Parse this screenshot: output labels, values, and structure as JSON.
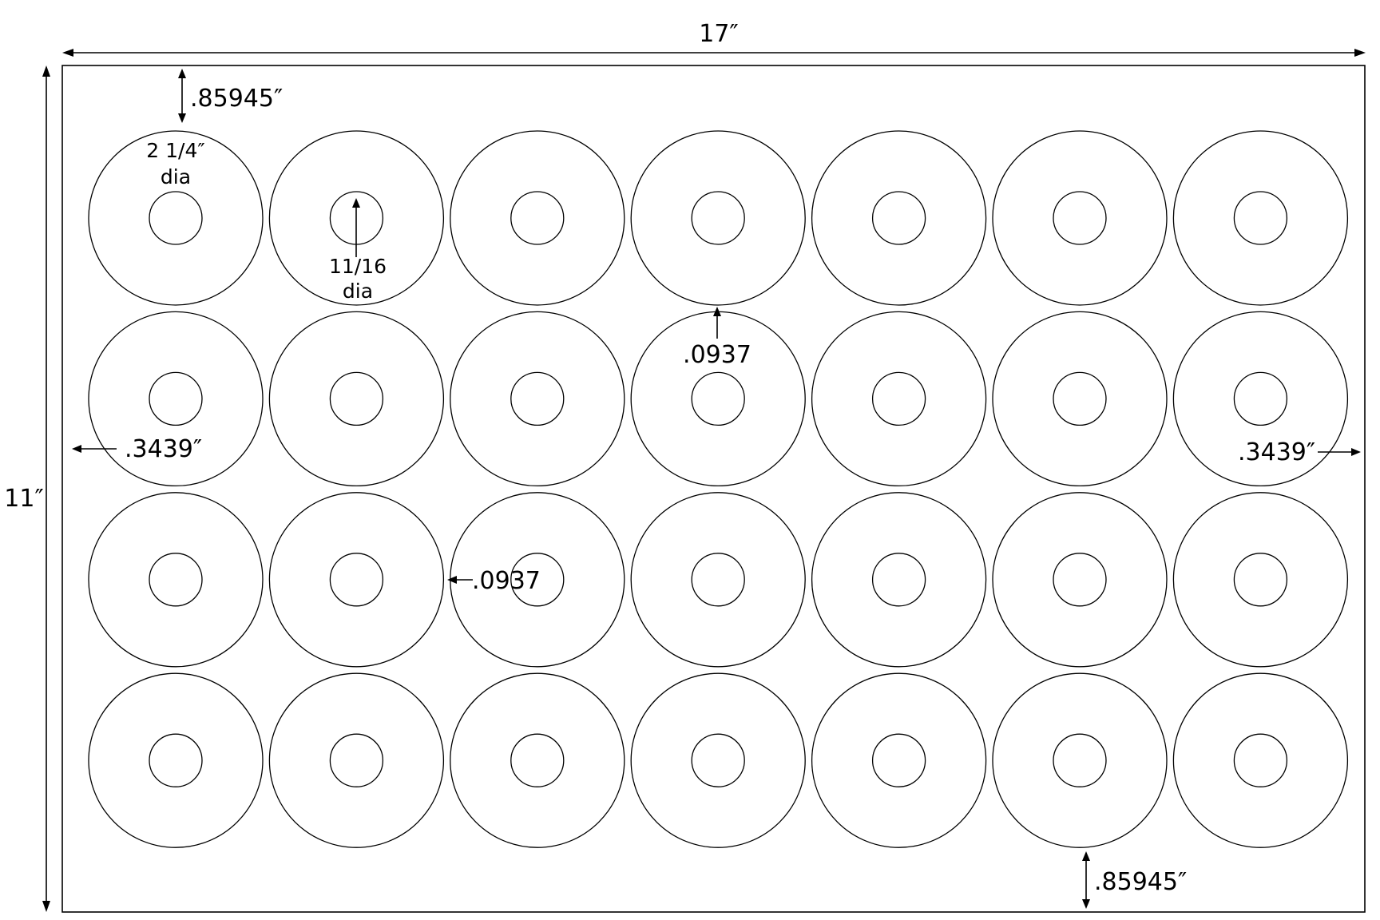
{
  "sheet": {
    "width_label": "17″",
    "height_label": "11″",
    "rows": 4,
    "columns": 7
  },
  "labels": {
    "outer_diameter": "2 1/4″",
    "outer_diameter_unit": "dia",
    "inner_diameter": "11/16",
    "inner_diameter_unit": "dia",
    "top_margin": ".85945″",
    "bottom_margin": ".85945″",
    "left_margin": ".3439″",
    "right_margin": ".3439″",
    "vertical_gap": ".0937",
    "horizontal_gap": ".0937"
  },
  "colors": {
    "line": "#000000",
    "background": "#ffffff"
  }
}
